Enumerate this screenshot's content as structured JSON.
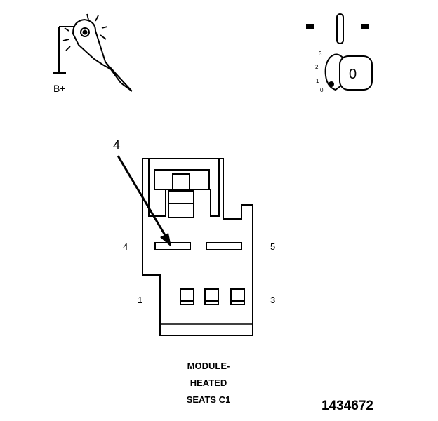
{
  "test_light": {
    "supply_label": "B+"
  },
  "ignition_switch": {
    "position_labels": [
      "3",
      "2",
      "1",
      "0"
    ],
    "key_mark": "0"
  },
  "connector": {
    "callout": "4",
    "pin_labels": {
      "pin4": "4",
      "pin5": "5",
      "pin1": "1",
      "pin3": "3"
    }
  },
  "caption": {
    "line1": "MODULE-",
    "line2": "HEATED",
    "line3": "SEATS C1"
  },
  "figure_id": "1434672"
}
